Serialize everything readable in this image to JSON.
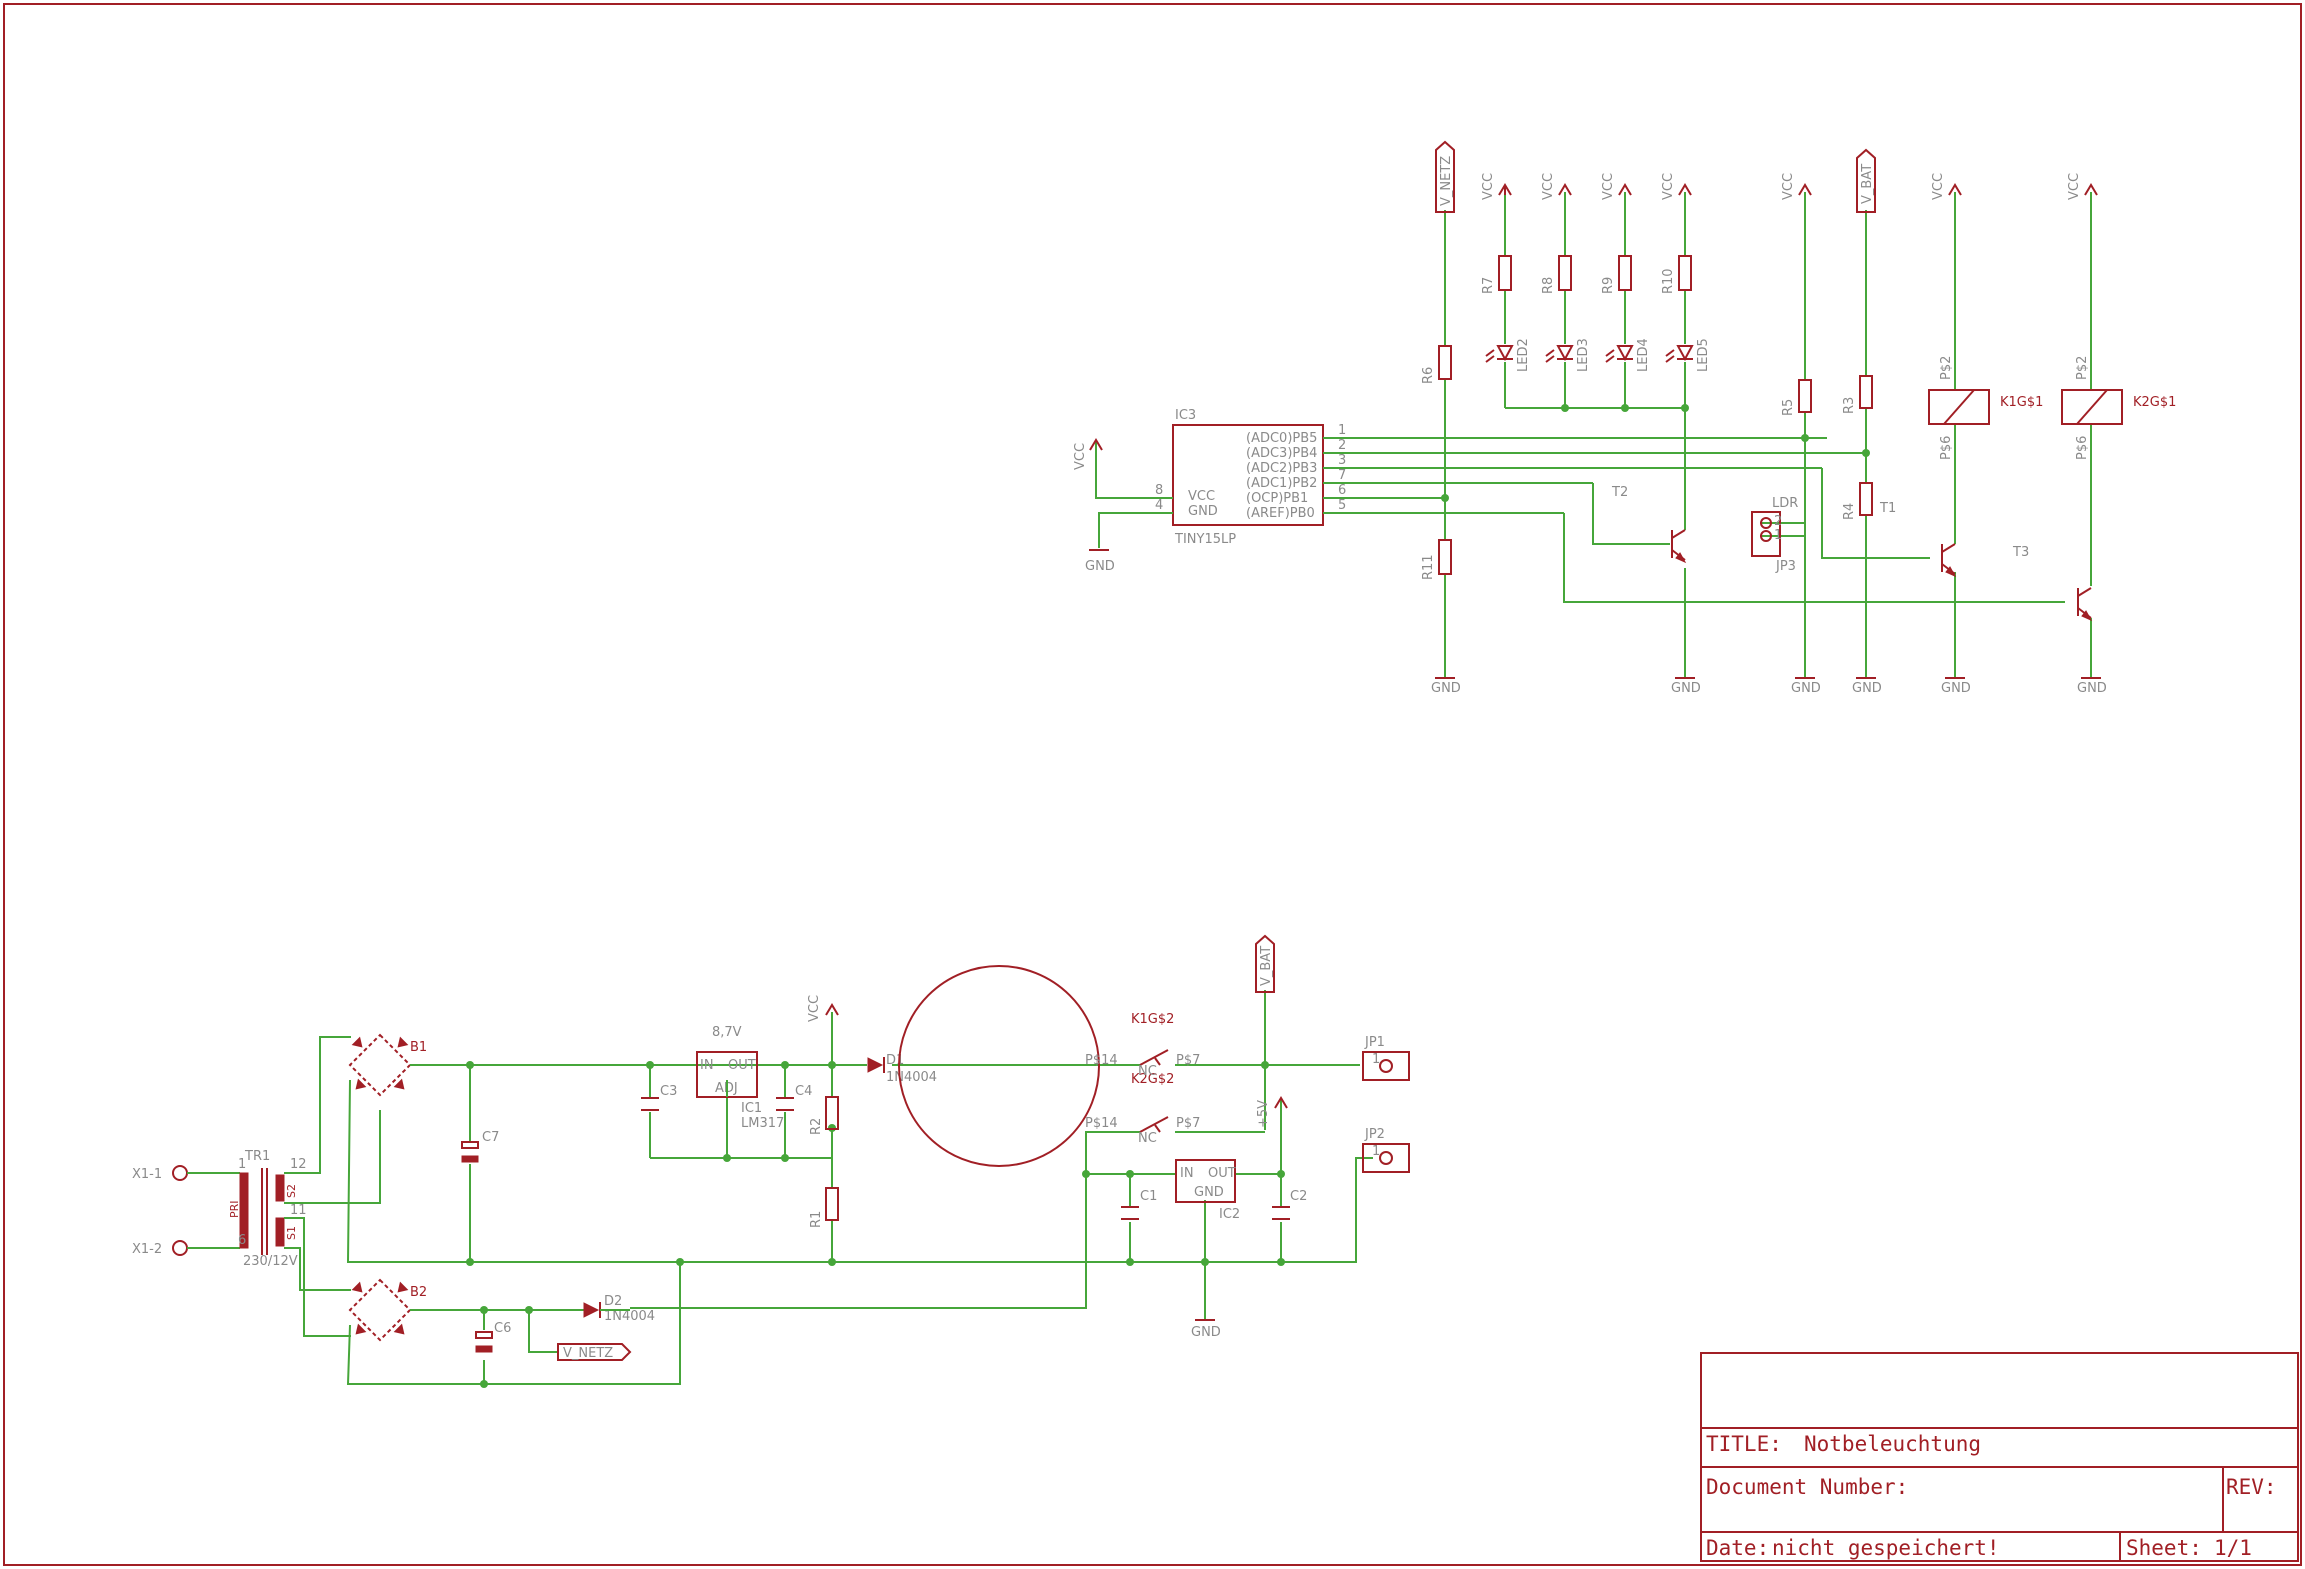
{
  "title_block": {
    "title_label": "TITLE:",
    "title_value": "Notbeleuchtung",
    "docnum_label": "Document Number:",
    "rev_label": "REV:",
    "date_label": "Date:",
    "date_value": "nicht gespeichert!",
    "sheet_label": "Sheet:",
    "sheet_value": "1/1"
  },
  "parts": {
    "ic3": "IC3",
    "ic3_val": "TINY15LP",
    "ic3_pins_left": [
      "VCC",
      "GND"
    ],
    "ic3_pins_right": [
      "(ADC0)PB5",
      "(ADC3)PB4",
      "(ADC2)PB3",
      "(ADC1)PB2",
      "(OCP)PB1",
      "(AREF)PB0"
    ],
    "ic3_pinnums_left": [
      "8",
      "4"
    ],
    "ic3_pinnums_right": [
      "1",
      "2",
      "3",
      "7",
      "6",
      "5"
    ],
    "r6": "R6",
    "r7": "R7",
    "r8": "R8",
    "r9": "R9",
    "r10": "R10",
    "r11": "R11",
    "r3": "R3",
    "r4": "R4",
    "r5": "R5",
    "r1": "R1",
    "r2": "R2",
    "led2": "LED2",
    "led3": "LED3",
    "led4": "LED4",
    "led5": "LED5",
    "t1": "T1",
    "t2": "T2",
    "t3": "T3",
    "ldr": "LDR",
    "jp3": "JP3",
    "jp1": "JP1",
    "jp2": "JP2",
    "k1g1": "K1G$1",
    "k2g1": "K2G$1",
    "k1g2": "K1G$2",
    "k2g2": "K2G$2",
    "relay_p2": "P$2",
    "relay_p6": "P$6",
    "relay_p14": "P$14",
    "relay_p7": "P$7",
    "relay_nc": "NC",
    "b1": "B1",
    "b2": "B2",
    "tr1": "TR1",
    "tr1_val": "230/12V",
    "tr_pin1": "1",
    "tr_pin6": "6",
    "tr_pin12": "12",
    "tr_pin11": "11",
    "tr_pri": "PRI",
    "tr_s2": "S2",
    "tr_s1": "S1",
    "x1_1": "X1-1",
    "x1_2": "X1-2",
    "c1": "C1",
    "c2": "C2",
    "c3": "C3",
    "c4": "C4",
    "c6": "C6",
    "c7": "C7",
    "ic1": "IC1",
    "ic1_val": "LM317",
    "ic1_volt": "8,7V",
    "ic1_in": "IN",
    "ic1_out": "OUT",
    "ic1_adj": "ADJ",
    "ic2": "IC2",
    "ic2_in": "IN",
    "ic2_out": "OUT",
    "ic2_gnd": "GND",
    "d1": "D1",
    "d1_val": "1N4004",
    "d2": "D2",
    "d2_val": "1N4004",
    "plus5v": "+5V",
    "jp_pin1": "1",
    "jp_pin2": "2"
  },
  "nets": {
    "vcc": "VCC",
    "gnd": "GND",
    "v_netz": "V_NETZ",
    "v_bat": "V_BAT"
  }
}
